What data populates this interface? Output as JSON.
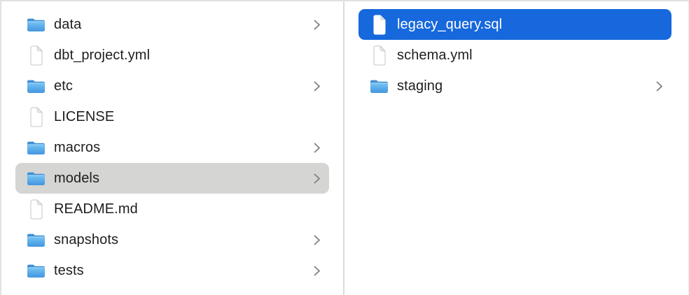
{
  "app": "finder-column-view",
  "columns": [
    {
      "name": "left",
      "items": [
        {
          "label": "data",
          "type": "folder",
          "icon": "folder-icon",
          "chevron": true,
          "selected": "none"
        },
        {
          "label": "dbt_project.yml",
          "type": "file",
          "icon": "document-icon",
          "chevron": false,
          "selected": "none"
        },
        {
          "label": "etc",
          "type": "folder",
          "icon": "folder-icon",
          "chevron": true,
          "selected": "none"
        },
        {
          "label": "LICENSE",
          "type": "file",
          "icon": "document-icon",
          "chevron": false,
          "selected": "none"
        },
        {
          "label": "macros",
          "type": "folder",
          "icon": "folder-icon",
          "chevron": true,
          "selected": "none"
        },
        {
          "label": "models",
          "type": "folder",
          "icon": "folder-icon",
          "chevron": true,
          "selected": "secondary"
        },
        {
          "label": "README.md",
          "type": "file",
          "icon": "document-icon",
          "chevron": false,
          "selected": "none"
        },
        {
          "label": "snapshots",
          "type": "folder",
          "icon": "folder-icon",
          "chevron": true,
          "selected": "none"
        },
        {
          "label": "tests",
          "type": "folder",
          "icon": "folder-icon",
          "chevron": true,
          "selected": "none"
        }
      ]
    },
    {
      "name": "right",
      "items": [
        {
          "label": "legacy_query.sql",
          "type": "file",
          "icon": "document-icon",
          "chevron": false,
          "selected": "primary"
        },
        {
          "label": "schema.yml",
          "type": "file",
          "icon": "document-icon",
          "chevron": false,
          "selected": "none"
        },
        {
          "label": "staging",
          "type": "folder",
          "icon": "folder-icon",
          "chevron": true,
          "selected": "none"
        }
      ]
    }
  ],
  "colors": {
    "selection_primary": "#1668dc",
    "selection_secondary": "#d5d5d4",
    "text": "#1e1e1e",
    "text_selected": "#ffffff",
    "divider": "#dbdbdb",
    "chevron": "#808080",
    "folder_tab": "#418fd2",
    "folder_body_top": "#7ec6f4",
    "folder_body_bottom": "#4496dd"
  }
}
